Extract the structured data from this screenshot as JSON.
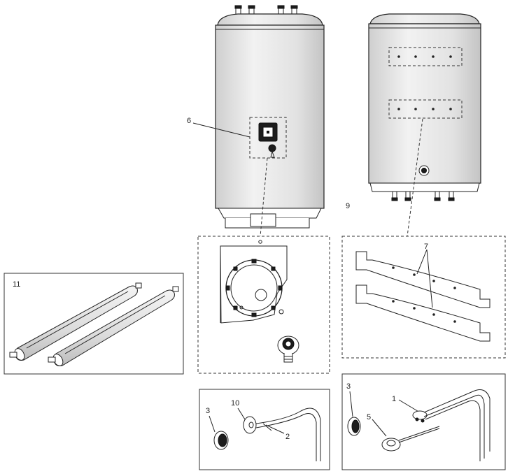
{
  "callouts": {
    "c1": "1",
    "c2": "2",
    "c3a": "3",
    "c3b": "3",
    "c5": "5",
    "c6": "6",
    "c7": "7",
    "c9": "9",
    "c10": "10",
    "c11": "11"
  },
  "colors": {
    "line": "#222222",
    "tank_fill": "#e6e6e6",
    "background": "#ffffff"
  }
}
